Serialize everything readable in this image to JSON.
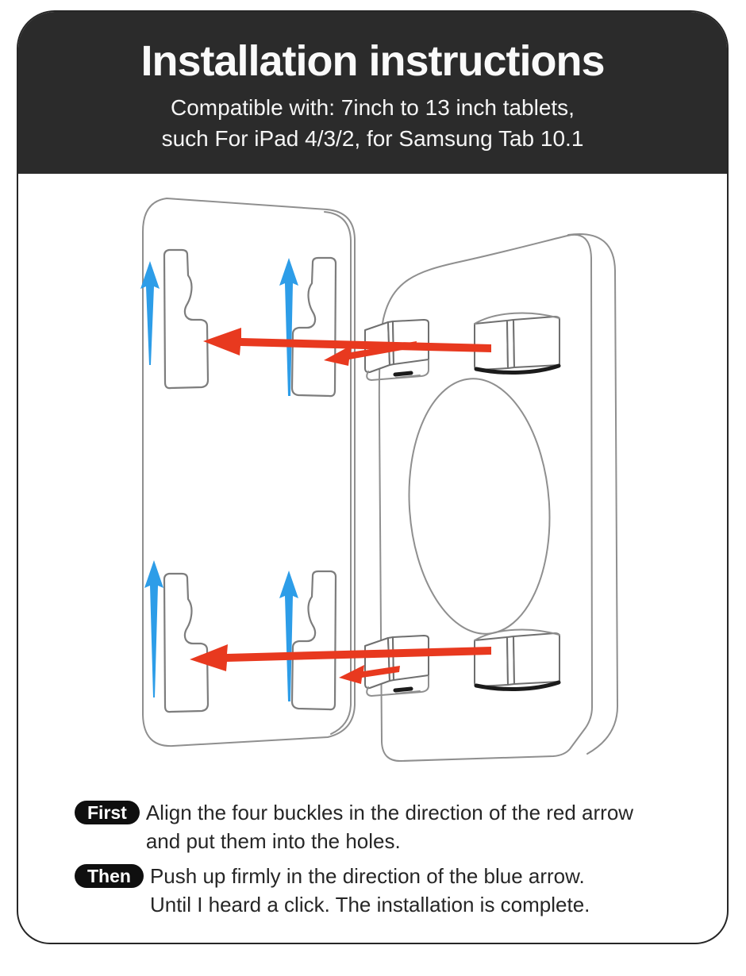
{
  "header": {
    "title": "Installation instructions",
    "subtitle_line1": "Compatible with: 7inch to 13 inch tablets,",
    "subtitle_line2": "such For iPad 4/3/2, for Samsung Tab 10.1",
    "background": "#2b2b2b",
    "text_color": "#ffffff"
  },
  "diagram": {
    "line_color": "#8f8f8f",
    "red_arrow_color": "#e8391f",
    "blue_arrow_color": "#2d9de8"
  },
  "steps": [
    {
      "badge": "First",
      "line1": "Align the four buckles in the direction of the red arrow",
      "line2": "and put them into the holes."
    },
    {
      "badge": "Then",
      "line1": "Push up firmly in the direction of the blue arrow.",
      "line2": "Until I heard a click. The installation is complete."
    }
  ]
}
